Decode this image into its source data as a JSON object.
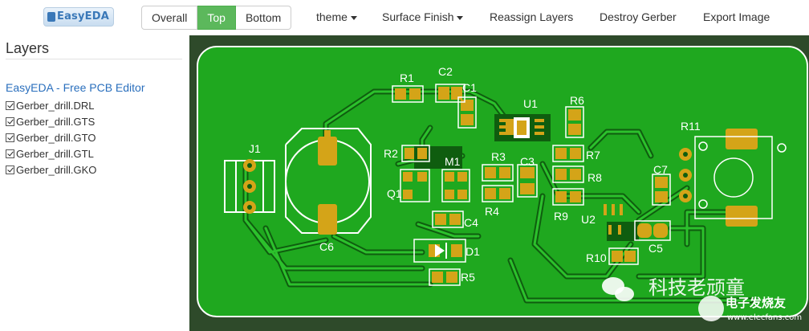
{
  "app": {
    "logo_text": "EasyEDA"
  },
  "view_buttons": [
    {
      "label": "Overall",
      "active": false
    },
    {
      "label": "Top",
      "active": true
    },
    {
      "label": "Bottom",
      "active": false
    }
  ],
  "menu": {
    "theme": "theme",
    "surface_finish": "Surface Finish",
    "reassign_layers": "Reassign Layers",
    "destroy_gerber": "Destroy Gerber",
    "export_image": "Export Image"
  },
  "sidebar": {
    "title": "Layers",
    "link": "EasyEDA - Free PCB Editor",
    "layers": [
      {
        "name": "Gerber_drill.DRL",
        "checked": true
      },
      {
        "name": "Gerber_drill.GTS",
        "checked": true
      },
      {
        "name": "Gerber_drill.GTO",
        "checked": true
      },
      {
        "name": "Gerber_drill.GTL",
        "checked": true
      },
      {
        "name": "Gerber_drill.GKO",
        "checked": true
      }
    ]
  },
  "pcb": {
    "colors": {
      "board": "#1fa81f",
      "copper": "#2cc12c",
      "pad": "#d4a418",
      "silk": "#ffffff",
      "outer": "#2e4a2a"
    },
    "designators": {
      "r1": "R1",
      "c2": "C2",
      "c1": "C1",
      "u1": "U1",
      "r6": "R6",
      "r11": "R11",
      "j1": "J1",
      "r2": "R2",
      "m1": "M1",
      "r3": "R3",
      "c3": "C3",
      "r7": "R7",
      "r8": "R8",
      "c7": "C7",
      "q1": "Q1",
      "r4": "R4",
      "r9": "R9",
      "u2": "U2",
      "c4": "C4",
      "c6": "C6",
      "d1": "D1",
      "c5": "C5",
      "r10": "R10",
      "r5": "R5"
    },
    "watermark": {
      "text": "科技老顽童",
      "site_cn": "电子发烧友",
      "site_url": "www.elecfans.com"
    }
  }
}
